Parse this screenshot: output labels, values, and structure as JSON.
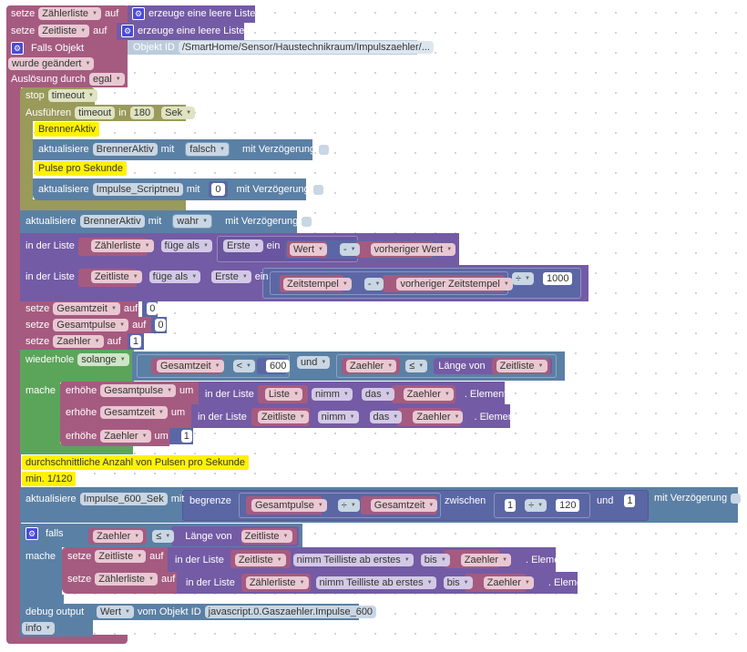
{
  "blocks": {
    "set_zaehlerliste": {
      "set": "setze",
      "var": "Zählerliste",
      "to": "auf",
      "create": "erzeuge eine leere Liste"
    },
    "set_zeitliste": {
      "set": "setze",
      "var": "Zeitliste",
      "to": "auf",
      "create": "erzeuge eine leere Liste"
    },
    "trigger": {
      "label": "Falls Objekt",
      "object_id_label": "Objekt ID",
      "object_id": "/SmartHome/Sensor/Haustechnikraum/Impulszaehler/...",
      "condition": "wurde geändert",
      "trigger_by_label": "Auslösung durch",
      "trigger_by": "egal"
    },
    "stop": {
      "label": "stop",
      "timer": "timeout"
    },
    "timeout": {
      "label": "Ausführen",
      "name": "timeout",
      "in": "in",
      "value": "180",
      "unit": "Sek"
    },
    "comment_brenner": "BrennerAktiv",
    "update_brenner_false": {
      "label": "aktualisiere",
      "state": "BrennerAktiv",
      "with": "mit",
      "value": "falsch",
      "delay": "mit Verzögerung"
    },
    "comment_pulse": "Pulse pro Sekunde",
    "update_impulse_scriptneu": {
      "label": "aktualisiere",
      "state": "Impulse_Scriptneu",
      "with": "mit",
      "value": "0",
      "delay": "mit Verzögerung"
    },
    "update_brenner_true": {
      "label": "aktualisiere",
      "state": "BrennerAktiv",
      "with": "mit",
      "value": "wahr",
      "delay": "mit Verzögerung"
    },
    "insert_zaehler": {
      "in_list": "in der Liste",
      "list": "Zählerliste",
      "mode": "füge als",
      "pos": "Erste",
      "ein": "ein",
      "a": "Wert",
      "op": "-",
      "b": "vorheriger Wert"
    },
    "insert_zeit": {
      "in_list": "in der Liste",
      "list": "Zeitliste",
      "mode": "füge als",
      "pos": "Erste",
      "ein": "ein",
      "a": "Zeitstempel",
      "op": "-",
      "b": "vorheriger Zeitstempel",
      "op2": "÷",
      "divisor": "1000"
    },
    "set_gesamtzeit": {
      "set": "setze",
      "var": "Gesamtzeit",
      "to": "auf",
      "value": "0"
    },
    "set_gesamtpulse": {
      "set": "setze",
      "var": "Gesamtpulse",
      "to": "auf",
      "value": "0"
    },
    "set_zaehler": {
      "set": "setze",
      "var": "Zaehler",
      "to": "auf",
      "value": "1"
    },
    "while": {
      "label": "wiederhole",
      "mode": "solange",
      "a": "Gesamtzeit",
      "op": "<",
      "limit": "600",
      "and": "und",
      "c": "Zaehler",
      "op2": "≤",
      "len_of": "Länge von",
      "list": "Zeitliste",
      "do": "mache",
      "inc1": {
        "label": "erhöhe",
        "var": "Gesamtpulse",
        "by": "um",
        "in_list": "in der Liste",
        "list": "Liste",
        "take": "nimm",
        "the": "das",
        "idx": "Zaehler",
        "elem": ". Element"
      },
      "inc2": {
        "label": "erhöhe",
        "var": "Gesamtzeit",
        "by": "um",
        "in_list": "in der Liste",
        "list": "Zeitliste",
        "take": "nimm",
        "the": "das",
        "idx": "Zaehler",
        "elem": ". Element"
      },
      "inc3": {
        "label": "erhöhe",
        "var": "Zaehler",
        "by": "um",
        "value": "1"
      }
    },
    "comment_avg": "durchschnittliche Anzahl von Pulsen pro Sekunde",
    "comment_min": "min. 1/120",
    "update_impulse600": {
      "label": "aktualisiere",
      "state": "Impulse_600_Sek",
      "with": "mit",
      "constrain": "begrenze",
      "a": "Gesamtpulse",
      "op": "÷",
      "b": "Gesamtzeit",
      "between": "zwischen",
      "lo_a": "1",
      "lo_op": "÷",
      "lo_b": "120",
      "and": "und",
      "hi": "1",
      "delay": "mit Verzögerung"
    },
    "if": {
      "label": "falls",
      "a": "Zaehler",
      "op": "≤",
      "len_of": "Länge von",
      "list": "Zeitliste",
      "do": "mache",
      "set1": {
        "set": "setze",
        "var": "Zeitliste",
        "to": "auf",
        "in_list": "in der Liste",
        "list": "Zeitliste",
        "take": "nimm Teilliste ab erstes",
        "bis": "bis",
        "idx": "Zaehler",
        "elem": ". Element"
      },
      "set2": {
        "set": "setze",
        "var": "Zählerliste",
        "to": "auf",
        "in_list": "in der Liste",
        "list": "Zählerliste",
        "take": "nimm Teilliste ab erstes",
        "bis": "bis",
        "idx": "Zaehler",
        "elem": ". Element"
      }
    },
    "debug": {
      "label": "debug output",
      "prop": "Wert",
      "of_obj": "vom Objekt ID",
      "obj": "javascript.0.Gaszaehler.Impulse_600",
      "level": "info"
    }
  },
  "colors": {
    "variables": "#a55b80",
    "lists": "#745ba5",
    "states": "#5b80a5",
    "timeouts": "#9a9a5b",
    "loops": "#5ba55b",
    "comment": "#fff200"
  }
}
